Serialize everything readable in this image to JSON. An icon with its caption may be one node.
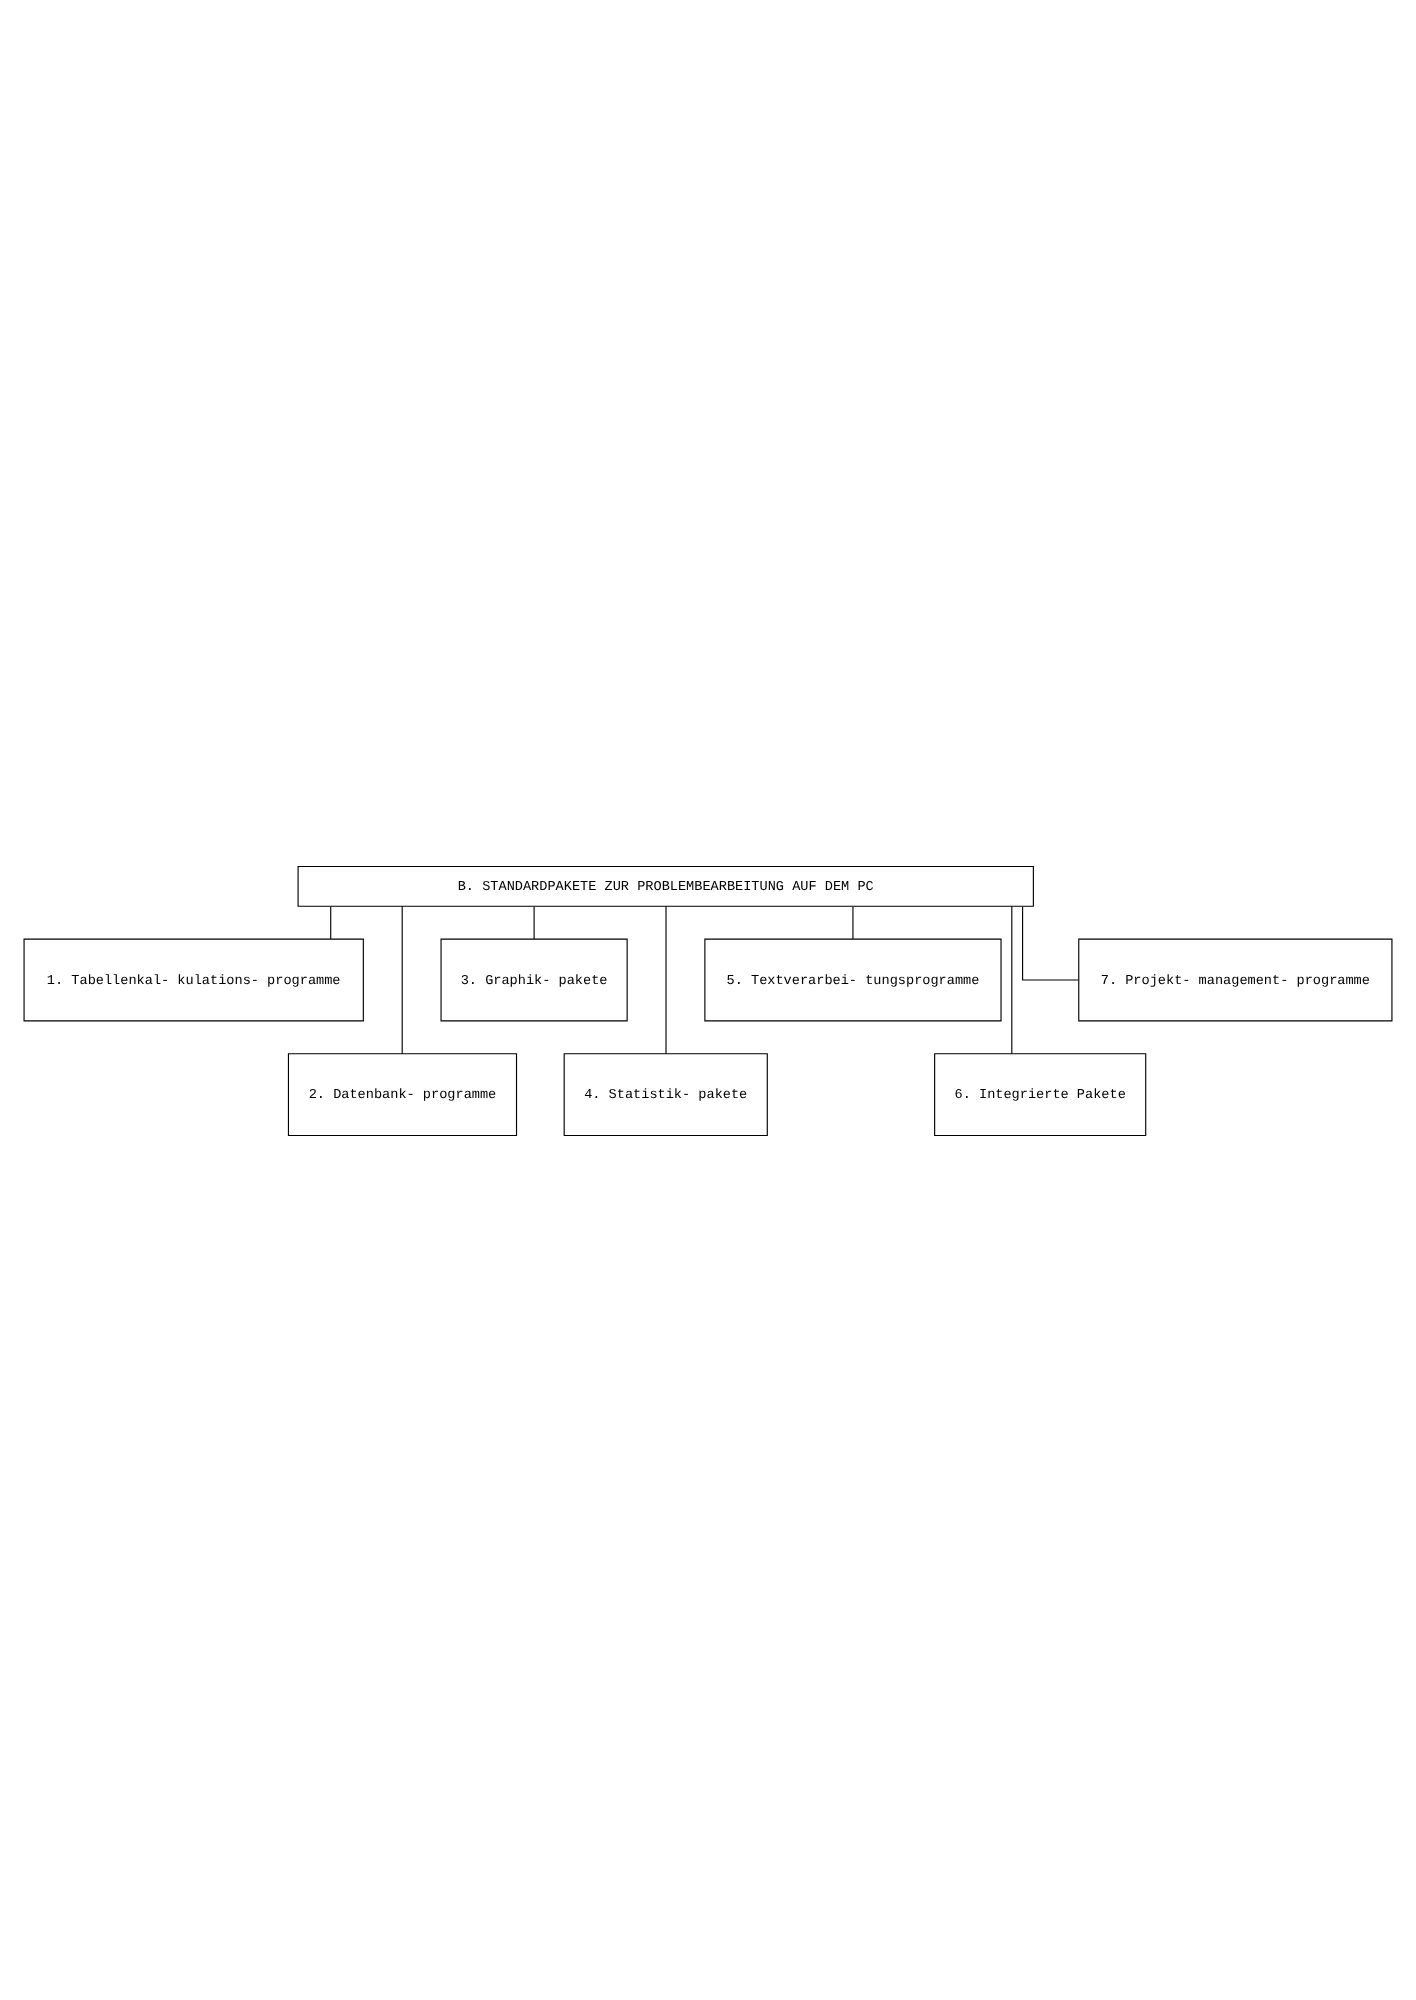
{
  "diagram": {
    "nodes": [
      {
        "text": [
          "B. STANDARDPAKETE ZUR PROBLEMBEARBEITUNG AUF DEM PC"
        ]
      },
      {
        "text": [
          "1. Tabellenkal- kulations- programme"
        ]
      },
      {
        "text": [
          "2. Datenbank- programme"
        ]
      },
      {
        "text": [
          "3. Graphik- pakete"
        ]
      },
      {
        "text": [
          "4. Statistik- pakete"
        ]
      },
      {
        "text": [
          "5. Textverarbei- tungsprogramme"
        ]
      },
      {
        "text": [
          "6. Integrierte Pakete"
        ]
      },
      {
        "text": [
          "7. Projekt- management- programme"
        ]
      }
    ],
    "edges": [
      {
        "from": 0,
        "to": 1,
        "arrow": "none"
      },
      {
        "from": 0,
        "to": 2,
        "arrow": "none"
      },
      {
        "from": 0,
        "to": 3,
        "arrow": "none"
      },
      {
        "from": 0,
        "to": 4,
        "arrow": "none"
      },
      {
        "from": 0,
        "to": 5,
        "arrow": "none"
      },
      {
        "from": 0,
        "to": 6,
        "arrow": "none"
      },
      {
        "from": 0,
        "to": 7,
        "arrow": "none"
      }
    ]
  }
}
